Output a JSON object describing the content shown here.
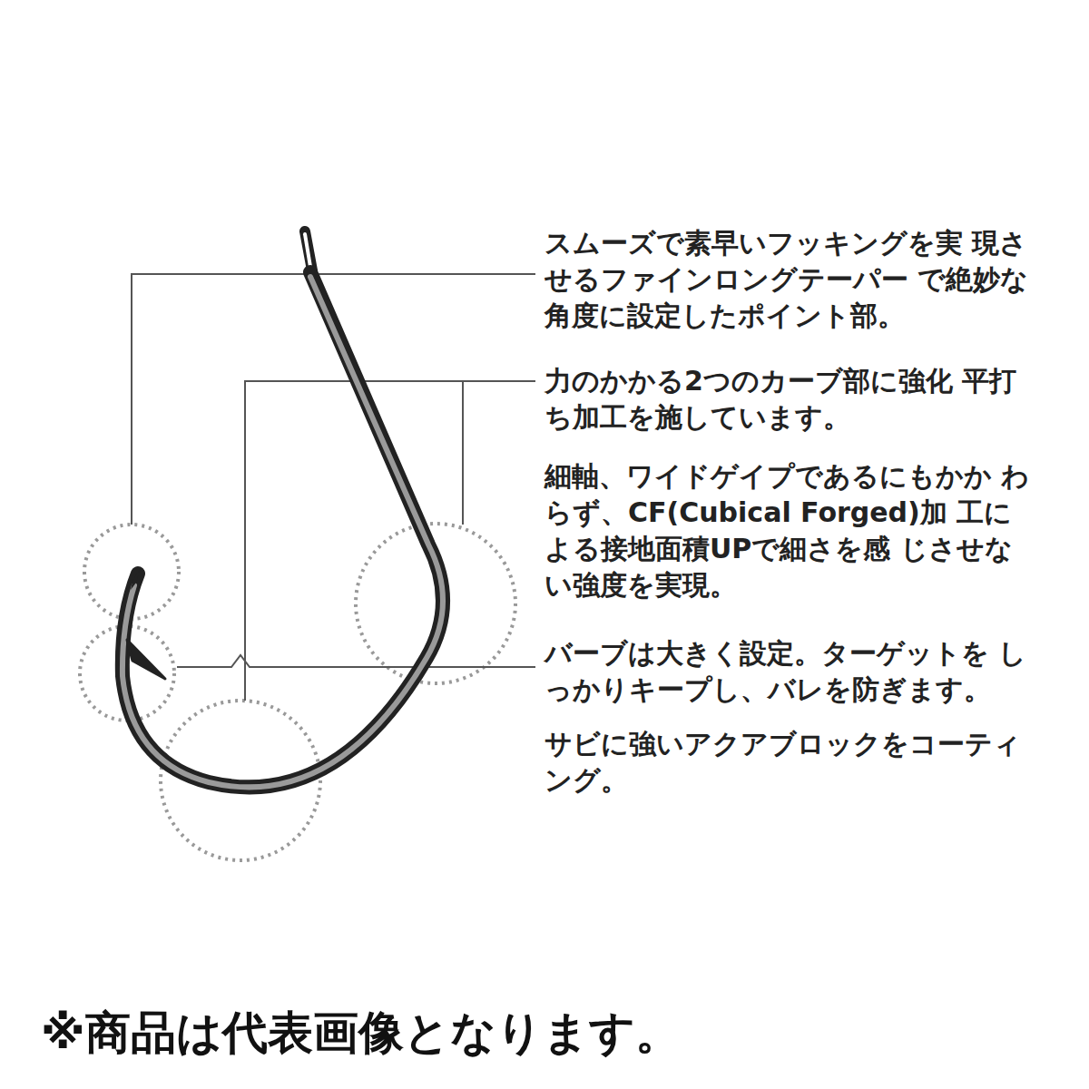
{
  "diagram": {
    "caption": "※商品は代表画像となります。",
    "labels": [
      "スムーズで素早いフッキングを実 現させるファインロングテーパー で絶妙な角度に設定したポイント部。",
      "力のかかる2つのカーブ部に強化 平打ち加工を施しています。",
      "細軸、ワイドゲイプであるにもかか わらず、CF(Cubical Forged)加 工による接地面積UPで細さを感 じさせない強度を実現。",
      "バーブは大きく設定。ターゲットを しっかりキープし、バレを防ぎます。",
      "サビに強いアクアブロックをコーティング。"
    ]
  }
}
